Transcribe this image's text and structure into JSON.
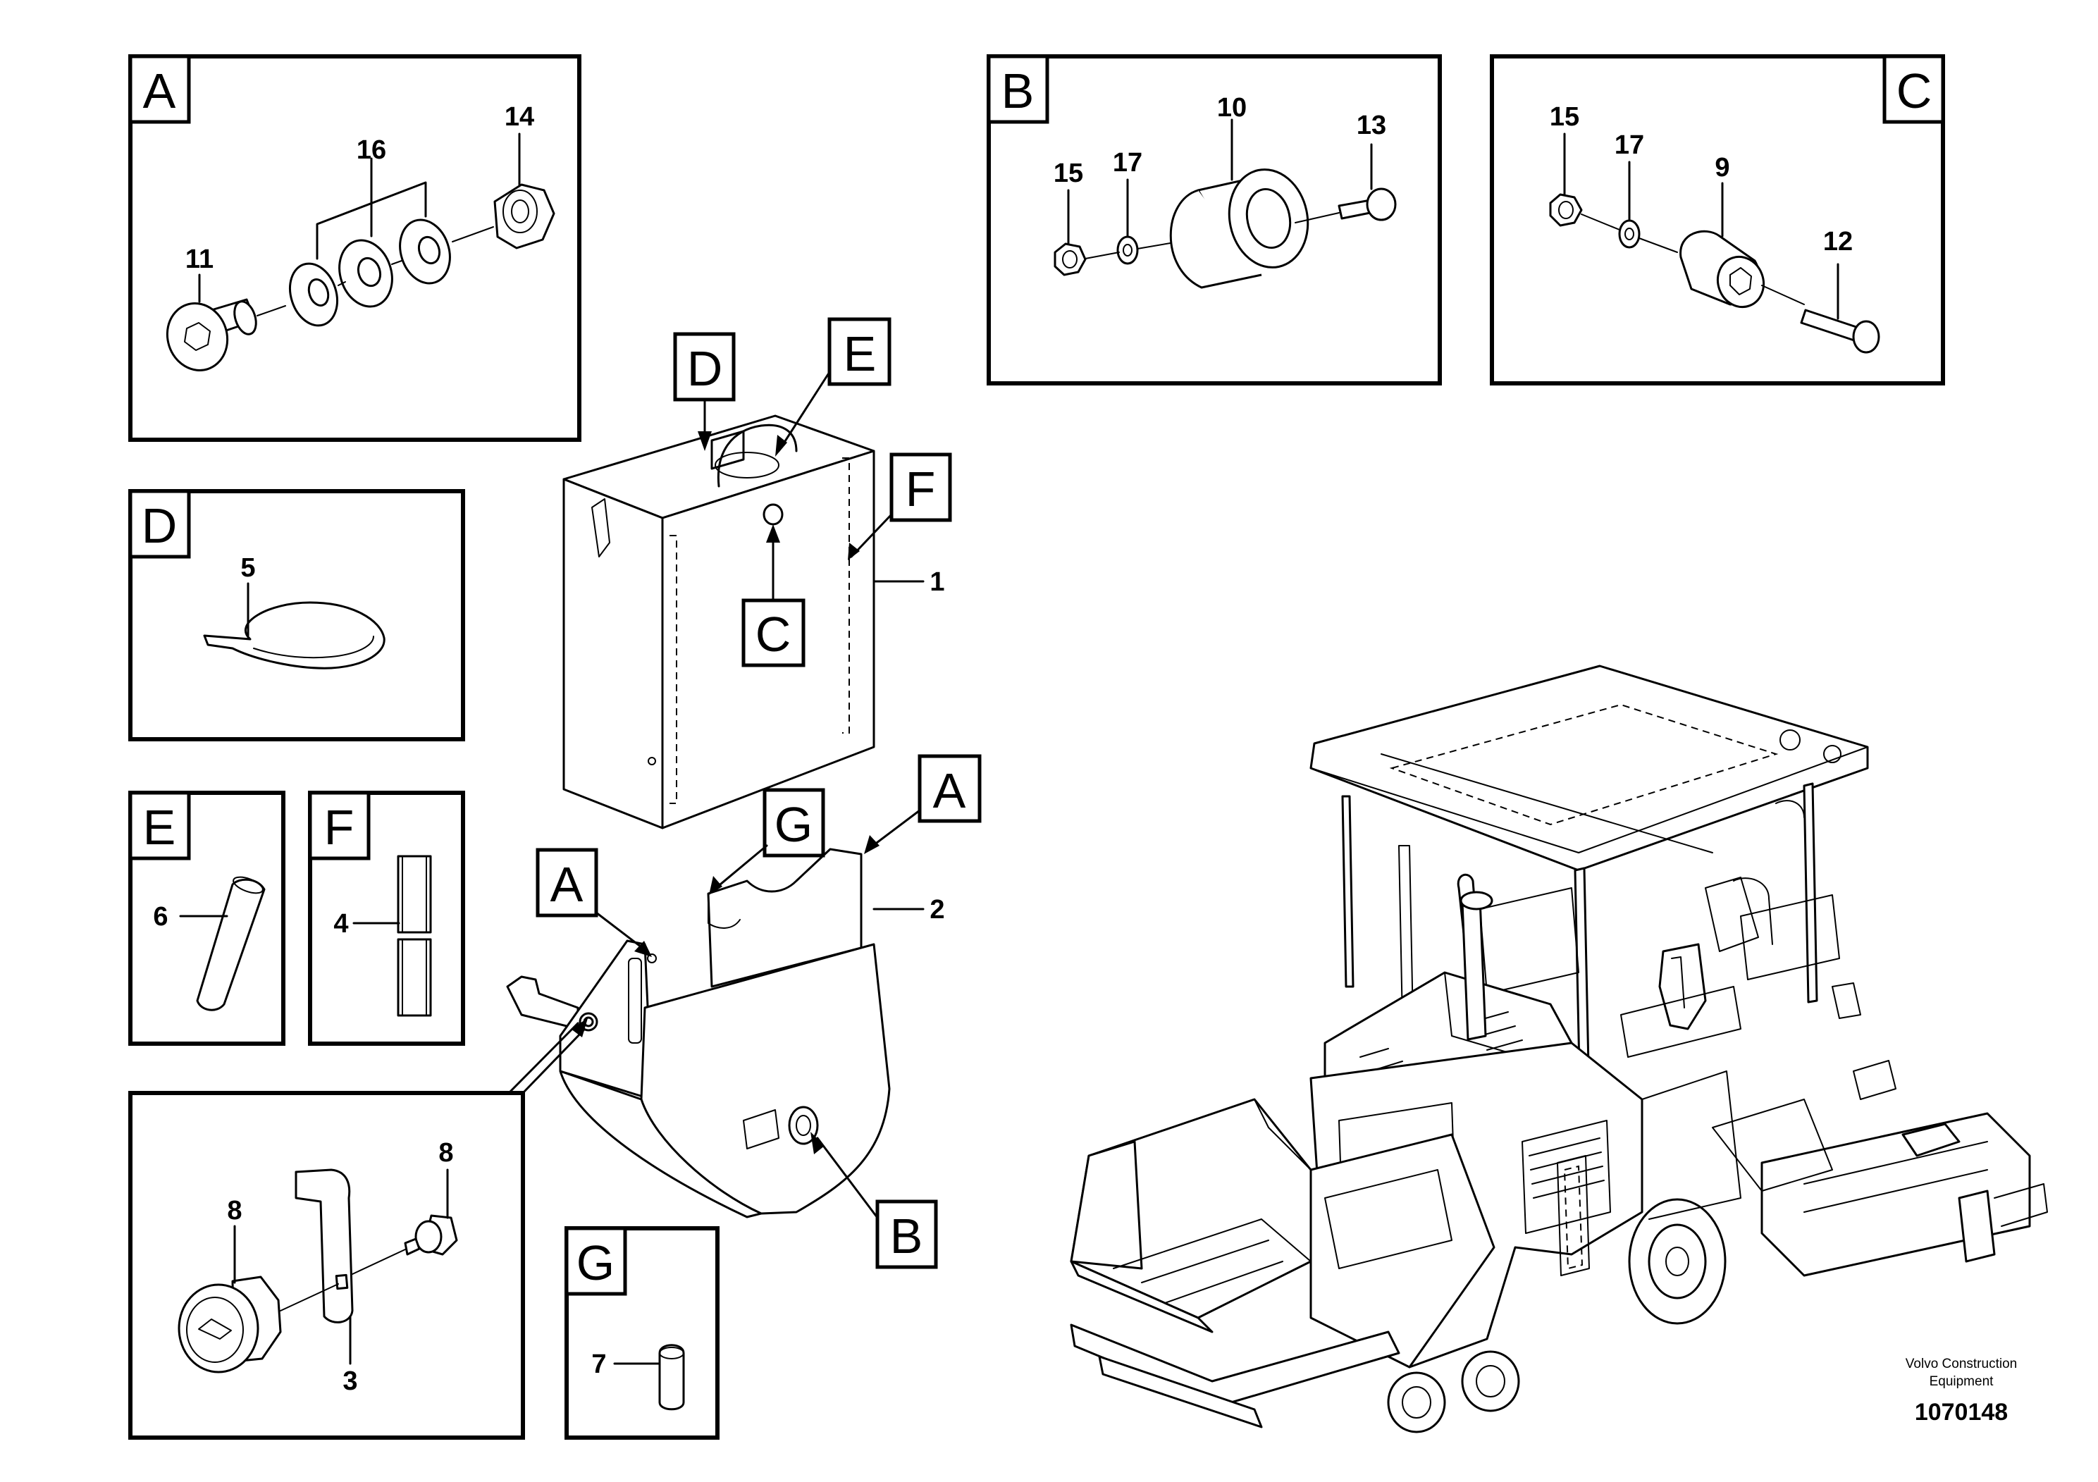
{
  "panels": {
    "A": {
      "tag": "A",
      "labels": [
        "14",
        "16",
        "11"
      ]
    },
    "B": {
      "tag": "B",
      "labels": [
        "10",
        "13",
        "15",
        "17"
      ]
    },
    "C": {
      "tag": "C",
      "labels": [
        "15",
        "17",
        "9",
        "12"
      ]
    },
    "D": {
      "tag": "D",
      "labels": [
        "5"
      ]
    },
    "E": {
      "tag": "E",
      "labels": [
        "6"
      ]
    },
    "F": {
      "tag": "F",
      "labels": [
        "4"
      ]
    },
    "G": {
      "tag": "G",
      "labels": [
        "7"
      ]
    },
    "H": {
      "labels": [
        "8",
        "8",
        "3"
      ]
    }
  },
  "main": {
    "callouts": [
      "D",
      "E",
      "F",
      "C",
      "G",
      "A",
      "A",
      "B"
    ],
    "labels": [
      "1",
      "2"
    ]
  },
  "footer": {
    "company_line1": "Volvo Construction",
    "company_line2": "Equipment",
    "doc_number": "1070148"
  }
}
